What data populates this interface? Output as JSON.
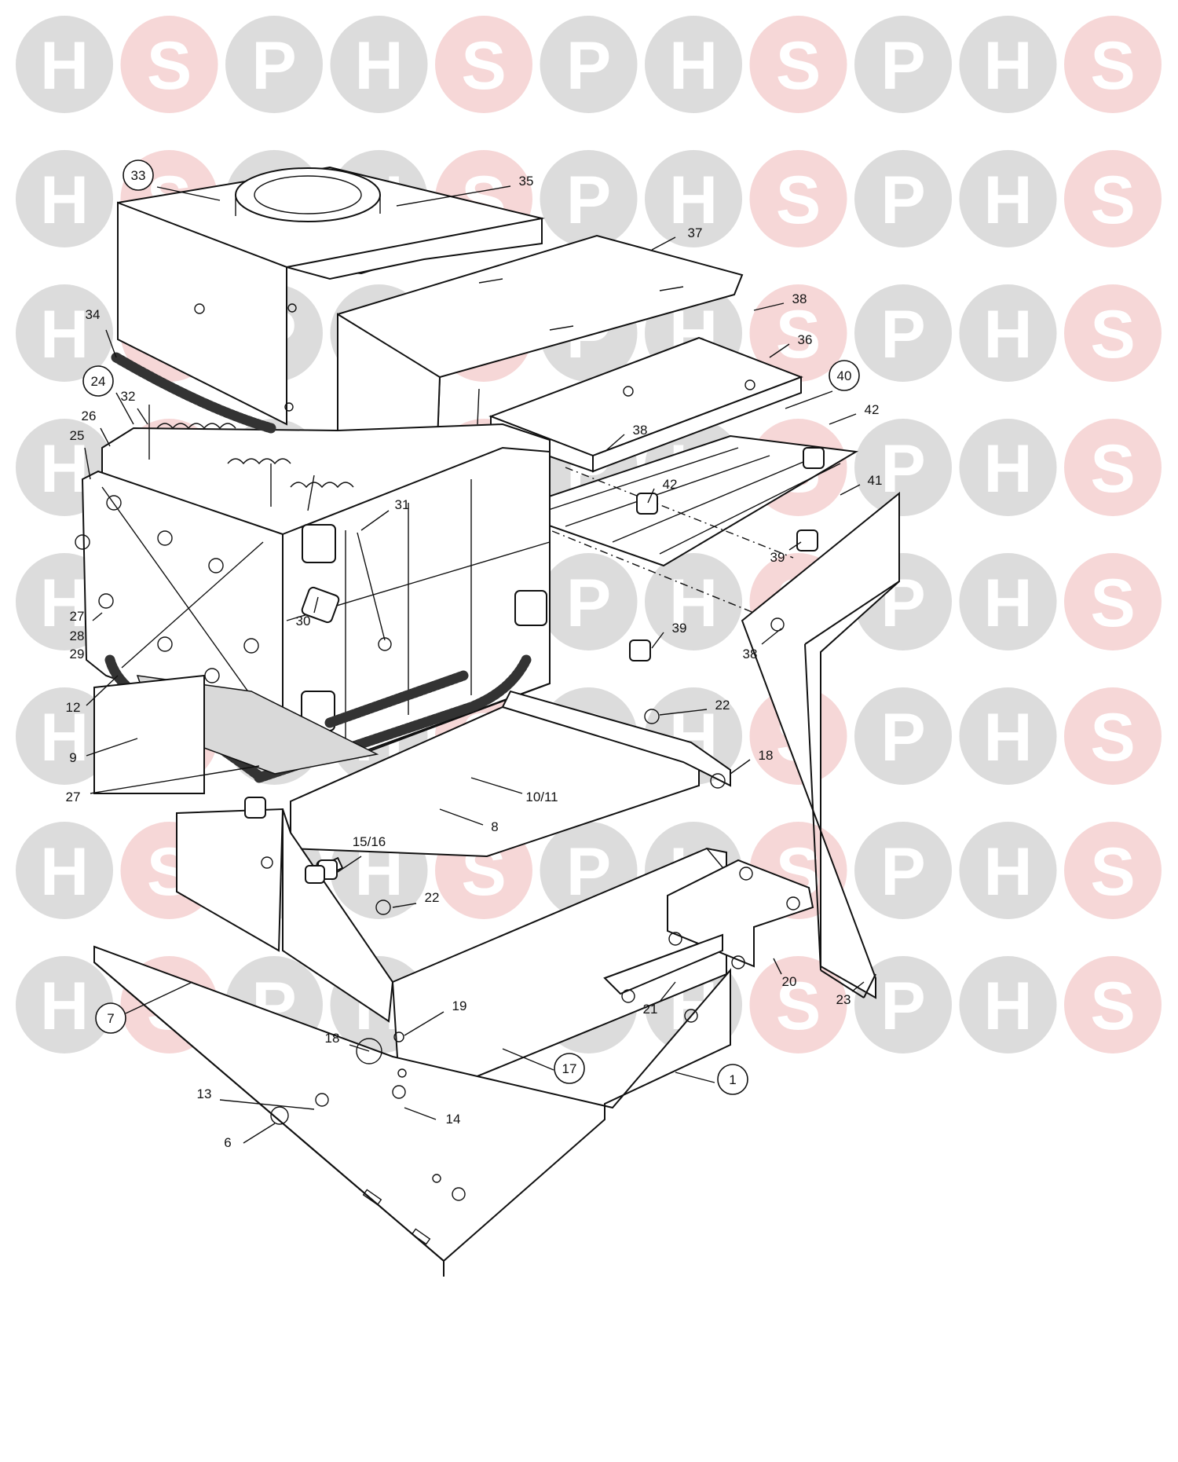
{
  "watermark": {
    "letters": [
      "H",
      "S",
      "P"
    ],
    "colors": {
      "H": "#d0d0d0",
      "S": "#f3c9c9",
      "P": "#d0d0d0"
    },
    "text_colors": {
      "H": "#ffffff",
      "S": "#ffffff",
      "P": "#ffffff"
    }
  },
  "colors": {
    "line": "#111111",
    "background": "#ffffff",
    "insulation": "#d9d9d9"
  },
  "callouts": [
    {
      "id": "c33",
      "text": "33",
      "circled": true
    },
    {
      "id": "c35",
      "text": "35",
      "circled": false
    },
    {
      "id": "c37",
      "text": "37",
      "circled": false
    },
    {
      "id": "c38a",
      "text": "38",
      "circled": false
    },
    {
      "id": "c36",
      "text": "36",
      "circled": false
    },
    {
      "id": "c40",
      "text": "40",
      "circled": true
    },
    {
      "id": "c42a",
      "text": "42",
      "circled": false
    },
    {
      "id": "c38b",
      "text": "38",
      "circled": false
    },
    {
      "id": "c42b",
      "text": "42",
      "circled": false
    },
    {
      "id": "c41",
      "text": "41",
      "circled": false
    },
    {
      "id": "c39a",
      "text": "39",
      "circled": false
    },
    {
      "id": "c39b",
      "text": "39",
      "circled": false
    },
    {
      "id": "c38c",
      "text": "38",
      "circled": false
    },
    {
      "id": "c34",
      "text": "34",
      "circled": false
    },
    {
      "id": "c24",
      "text": "24",
      "circled": true
    },
    {
      "id": "c32",
      "text": "32",
      "circled": false
    },
    {
      "id": "c26",
      "text": "26",
      "circled": false
    },
    {
      "id": "c25",
      "text": "25",
      "circled": false
    },
    {
      "id": "c31",
      "text": "31",
      "circled": false
    },
    {
      "id": "c30",
      "text": "30",
      "circled": false
    },
    {
      "id": "c27a",
      "text": "27",
      "circled": false
    },
    {
      "id": "c28",
      "text": "28",
      "circled": false
    },
    {
      "id": "c29",
      "text": "29",
      "circled": false
    },
    {
      "id": "c12",
      "text": "12",
      "circled": false
    },
    {
      "id": "c9",
      "text": "9",
      "circled": false
    },
    {
      "id": "c27b",
      "text": "27",
      "circled": false
    },
    {
      "id": "c22a",
      "text": "22",
      "circled": false
    },
    {
      "id": "c18a",
      "text": "18",
      "circled": false
    },
    {
      "id": "c1011",
      "text": "10/11",
      "circled": false
    },
    {
      "id": "c8",
      "text": "8",
      "circled": false
    },
    {
      "id": "c1516",
      "text": "15/16",
      "circled": false
    },
    {
      "id": "c22b",
      "text": "22",
      "circled": false
    },
    {
      "id": "c7",
      "text": "7",
      "circled": true
    },
    {
      "id": "c19",
      "text": "19",
      "circled": false
    },
    {
      "id": "c18b",
      "text": "18",
      "circled": false
    },
    {
      "id": "c17",
      "text": "17",
      "circled": true
    },
    {
      "id": "c21",
      "text": "21",
      "circled": false
    },
    {
      "id": "c20",
      "text": "20",
      "circled": false
    },
    {
      "id": "c23",
      "text": "23",
      "circled": false
    },
    {
      "id": "c1",
      "text": "1",
      "circled": true
    },
    {
      "id": "c13",
      "text": "13",
      "circled": false
    },
    {
      "id": "c14",
      "text": "14",
      "circled": false
    },
    {
      "id": "c6",
      "text": "6",
      "circled": false
    }
  ]
}
